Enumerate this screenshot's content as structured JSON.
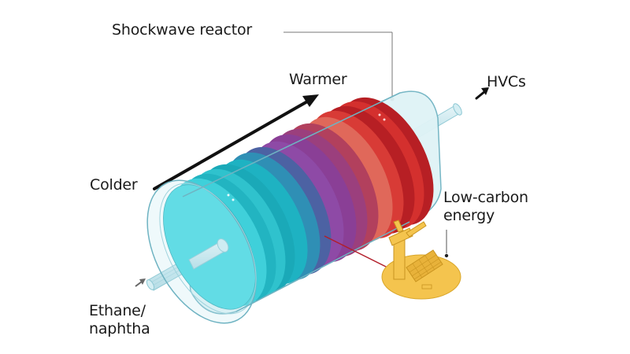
{
  "figure": {
    "title": "Shockwave reactor",
    "labels": {
      "reactor": "Shockwave reactor",
      "warmer": "Warmer",
      "colder": "Colder",
      "output": "HVCs",
      "energy_line1": "Low-carbon",
      "energy_line2": "energy",
      "input_line1": "Ethane/",
      "input_line2": "naphtha"
    },
    "icons": {
      "reactor": "cylinder-reactor-icon",
      "temperature_arrow": "arrow-up-right-icon",
      "output_arrow": "arrow-out-icon",
      "input_arrow": "arrow-in-icon",
      "wind_turbine": "wind-turbine-icon",
      "solar_panel": "solar-panel-icon"
    },
    "colors": {
      "cold_stage": "#3fd6df",
      "mid_stage": "#8e4aa6",
      "hot_stage": "#d93a36",
      "shell": "#cfeef2",
      "shell_stroke": "#6fb3c2",
      "energy_base": "#f4c44e",
      "power_line": "#b21e2a",
      "arrow": "#111111",
      "text": "#1a1a1a"
    }
  }
}
